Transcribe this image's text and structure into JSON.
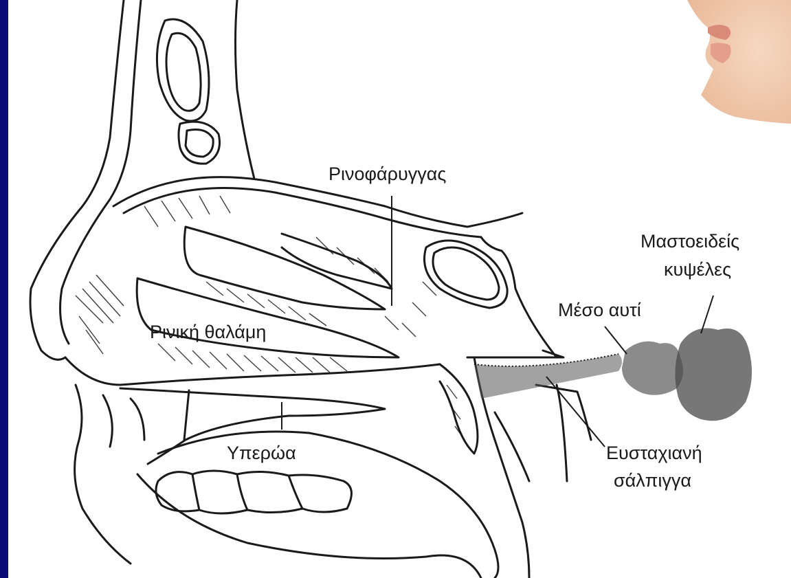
{
  "diagram": {
    "labels": {
      "nasopharynx": "Ρινοφάρυγγας",
      "nasal_cavity": "Ρινική θαλάμη",
      "palate": "Υπερώα",
      "mastoid_line1": "Μαστοειδείς",
      "mastoid_line2": "κυψέλες",
      "middle_ear": "Μέσο αυτί",
      "eustachian_line1": "Ευσταχιανή",
      "eustachian_line2": "σάλπιγγα"
    },
    "colors": {
      "frame": "#0a0a78",
      "ink": "#1a1a1a",
      "skin": "#f1cdb0",
      "lip": "#d98a78"
    }
  }
}
